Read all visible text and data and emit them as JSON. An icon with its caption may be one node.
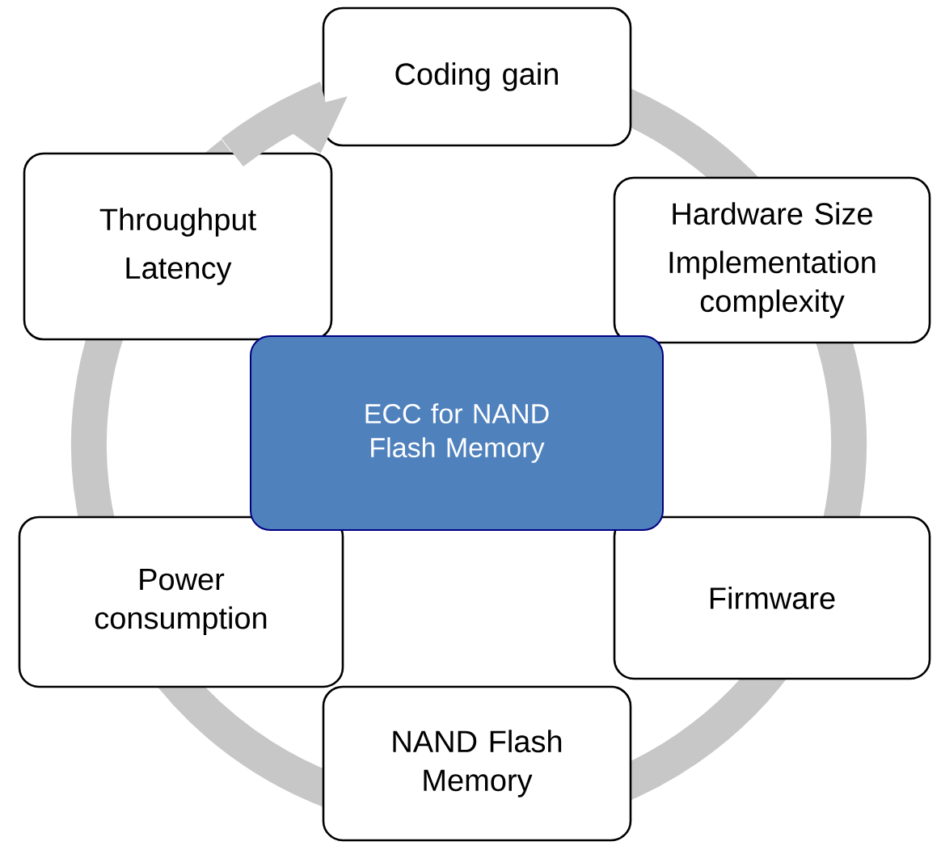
{
  "diagram": {
    "nodes": [
      {
        "text": [
          "Coding gain"
        ]
      },
      {
        "text": [
          "Hardware Size",
          "Implementation complexity"
        ]
      },
      {
        "text": [
          "Firmware"
        ]
      },
      {
        "text": [
          "NAND Flash Memory"
        ]
      },
      {
        "text": [
          "Power consumption"
        ]
      },
      {
        "text": [
          "Throughput",
          "Latency"
        ]
      },
      {
        "text": [
          "ECC for NAND Flash Memory"
        ]
      }
    ],
    "edges": [
      {
        "from": 5,
        "to": 0,
        "arrow": "to"
      }
    ]
  }
}
